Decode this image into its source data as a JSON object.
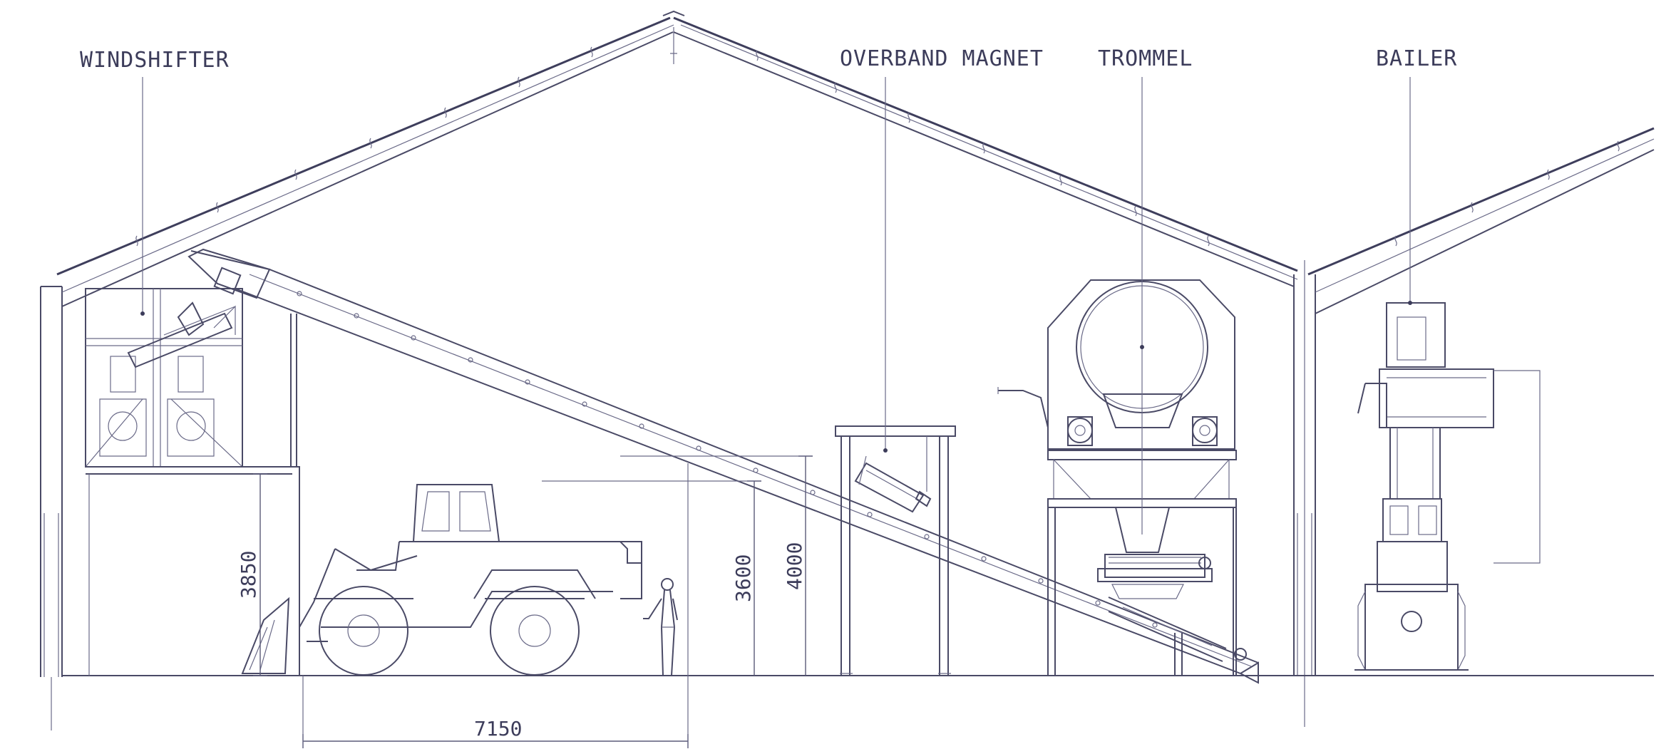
{
  "labels": {
    "windshifter": "WINDSHIFTER",
    "overband_magnet": "OVERBAND MAGNET",
    "trommel": "TROMMEL",
    "bailer": "BAILER"
  },
  "dimensions": {
    "platform_height": "3850",
    "clearance_height": "3600",
    "structure_height": "4000",
    "loader_bay_width": "7150"
  },
  "colors": {
    "line": "#4a4a66",
    "background": "#ffffff"
  }
}
